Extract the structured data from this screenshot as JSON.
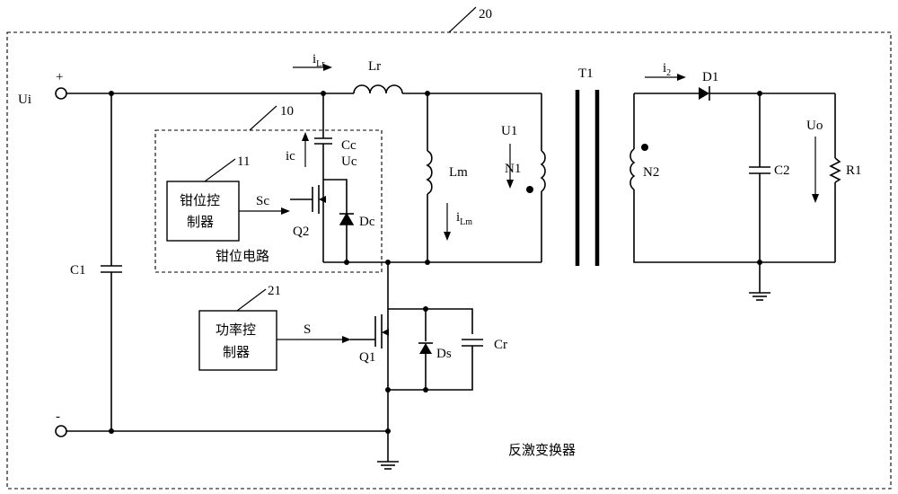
{
  "labels": {
    "converter_ref": "20",
    "clamp_ref": "10",
    "clamp_ctrl_ref": "11",
    "power_ctrl_ref": "21",
    "input_voltage": "Ui",
    "plus": "+",
    "minus": "-",
    "c1": "C1",
    "lr": "Lr",
    "ilr_main": "i",
    "ilr_sub": "Lr",
    "cc": "Cc",
    "uc": "Uc",
    "ic": "ic",
    "sc": "Sc",
    "q2": "Q2",
    "dc": "Dc",
    "clamp_circuit": "钳位电路",
    "clamp_ctrl_line1": "钳位控",
    "clamp_ctrl_line2": "制器",
    "lm": "Lm",
    "ilm_main": "i",
    "ilm_sub": "Lm",
    "u1": "U1",
    "n1": "N1",
    "t1": "T1",
    "n2": "N2",
    "i2_main": "i",
    "i2_sub": "2",
    "d1": "D1",
    "c2": "C2",
    "uo": "Uo",
    "r1": "R1",
    "power_ctrl_line1": "功率控",
    "power_ctrl_line2": "制器",
    "s": "S",
    "q1": "Q1",
    "ds": "Ds",
    "cr": "Cr",
    "converter_name": "反激变换器"
  }
}
